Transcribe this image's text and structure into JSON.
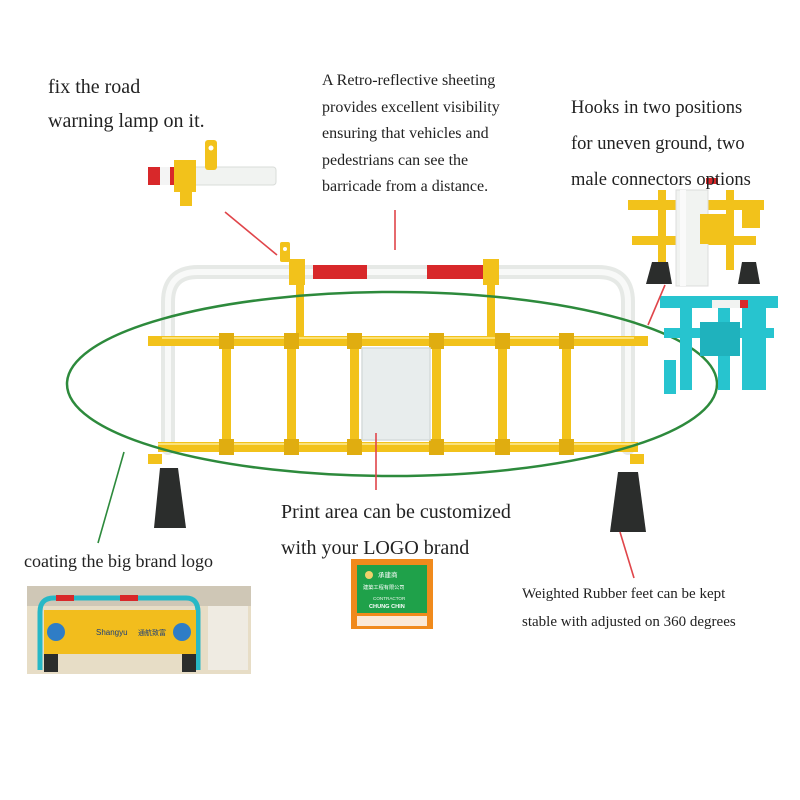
{
  "annotations": {
    "road_lamp": [
      "fix the road",
      "warning lamp on it."
    ],
    "retro_sheeting": [
      "A Retro-reflective sheeting",
      "provides excellent visibility",
      "ensuring that vehicles and",
      "pedestrians can see the",
      "barricade from a distance."
    ],
    "hooks": [
      "Hooks in two positions",
      "for uneven ground, two",
      "male connectors options"
    ],
    "print_area": [
      "Print area can be customized",
      "with your LOGO brand"
    ],
    "coating": "coating the big brand logo",
    "rubber_feet": [
      "Weighted Rubber feet can be kept",
      "stable with adjusted on 360 degrees"
    ]
  },
  "brand_sample": {
    "left_text": "Shangyu",
    "right_text": "通航致富"
  },
  "logo_panel": {
    "title": "承建商",
    "company": "建築工程有限公司",
    "contractor_label": "CONTRACTOR",
    "contractor_name": "CHUNG CHIN"
  },
  "colors": {
    "barrier_yellow": "#f2c21b",
    "barrier_white": "#f1f3f1",
    "reflect_red": "#d8282a",
    "feet_black": "#2b2d2c",
    "ellipse_green": "#2d8a3c",
    "pointer_red": "#e0454a",
    "cyan_barrier": "#27c4cf",
    "logo_green": "#1fa14a",
    "logo_orange": "#f08a1c"
  }
}
